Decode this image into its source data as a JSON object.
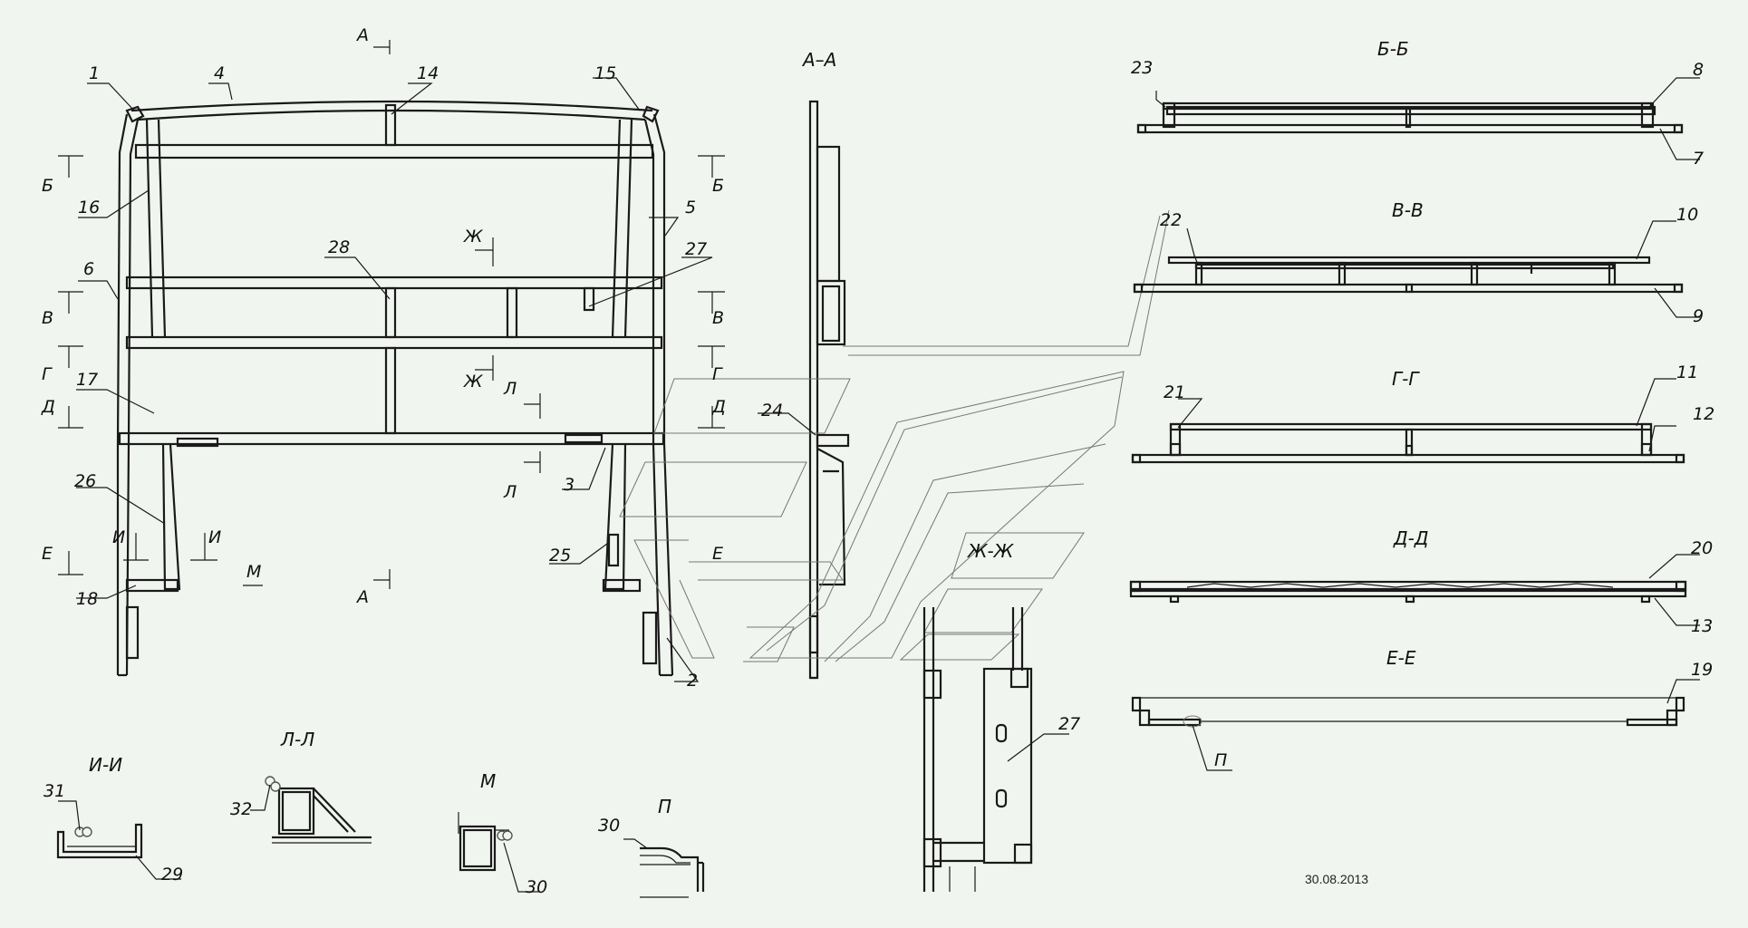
{
  "sections": {
    "aa": "А–А",
    "bb": "Б-Б",
    "vv": "В-В",
    "gg": "Г-Г",
    "dd": "Д-Д",
    "ee": "Е-Е",
    "zhzh": "Ж-Ж",
    "ii": "И-И",
    "ll": "Л-Л",
    "m": "М",
    "p": "П"
  },
  "cut_marks": {
    "a": "А",
    "b": "Б",
    "v": "В",
    "g": "Г",
    "d": "Д",
    "e": "Е",
    "zh": "Ж",
    "l": "Л",
    "i": "И",
    "m": "М",
    "p": "П"
  },
  "parts": [
    "1",
    "2",
    "3",
    "4",
    "5",
    "6",
    "7",
    "8",
    "9",
    "10",
    "11",
    "12",
    "13",
    "14",
    "15",
    "16",
    "17",
    "18",
    "19",
    "20",
    "21",
    "22",
    "23",
    "24",
    "25",
    "26",
    "27",
    "28",
    "29",
    "30",
    "31",
    "32"
  ],
  "date": "30.08.2013"
}
